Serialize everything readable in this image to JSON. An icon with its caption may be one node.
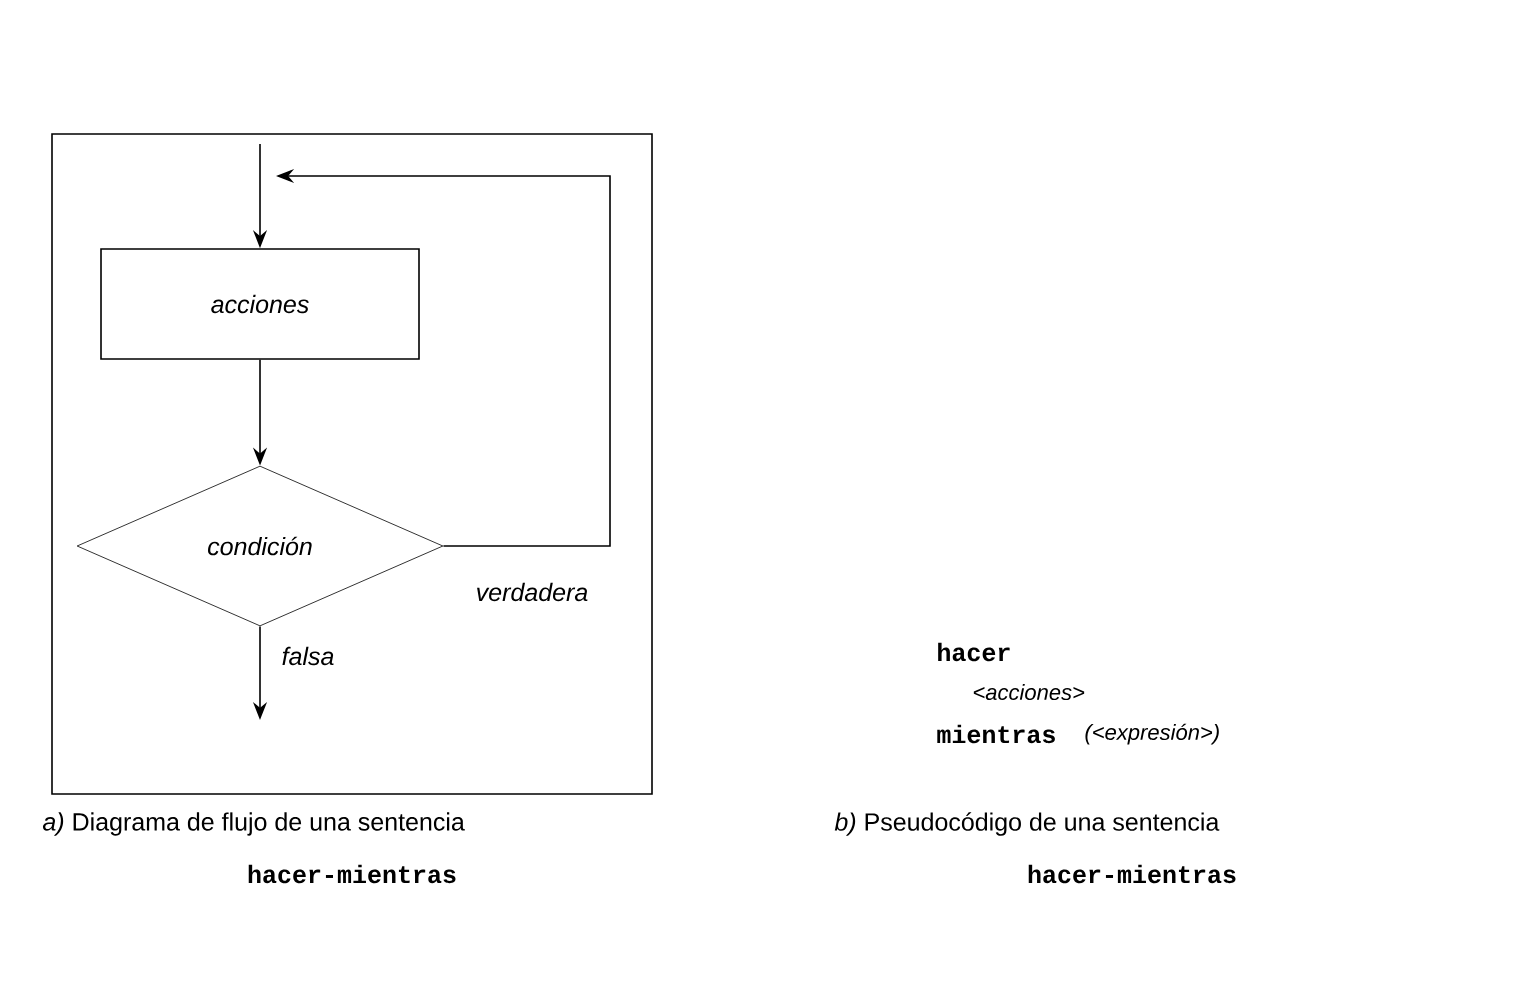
{
  "diagram": {
    "nodes": [
      {
        "text": [],
        "shape": "box"
      },
      {
        "text": [
          "acciones"
        ],
        "in": 0
      },
      {
        "text": [
          "condición"
        ],
        "in": 0
      }
    ],
    "edges": [
      {
        "from": null,
        "to": 1,
        "arrow": "to"
      },
      {
        "from": 1,
        "to": 2,
        "arrow": "to"
      },
      {
        "from": 2,
        "to": 1,
        "arrow": "to",
        "label": "verdadera"
      },
      {
        "from": 2,
        "to": null,
        "arrow": "to",
        "label": "falsa"
      }
    ],
    "labels": [
      "*a)* Diagrama de flujo de una sentencia",
      "hacer-mientras",
      "hacer",
      "<acciones>",
      "mientras",
      "(<expresión>)",
      "*b)* Pseudocódigo de una sentencia",
      "hacer-mientras"
    ]
  }
}
